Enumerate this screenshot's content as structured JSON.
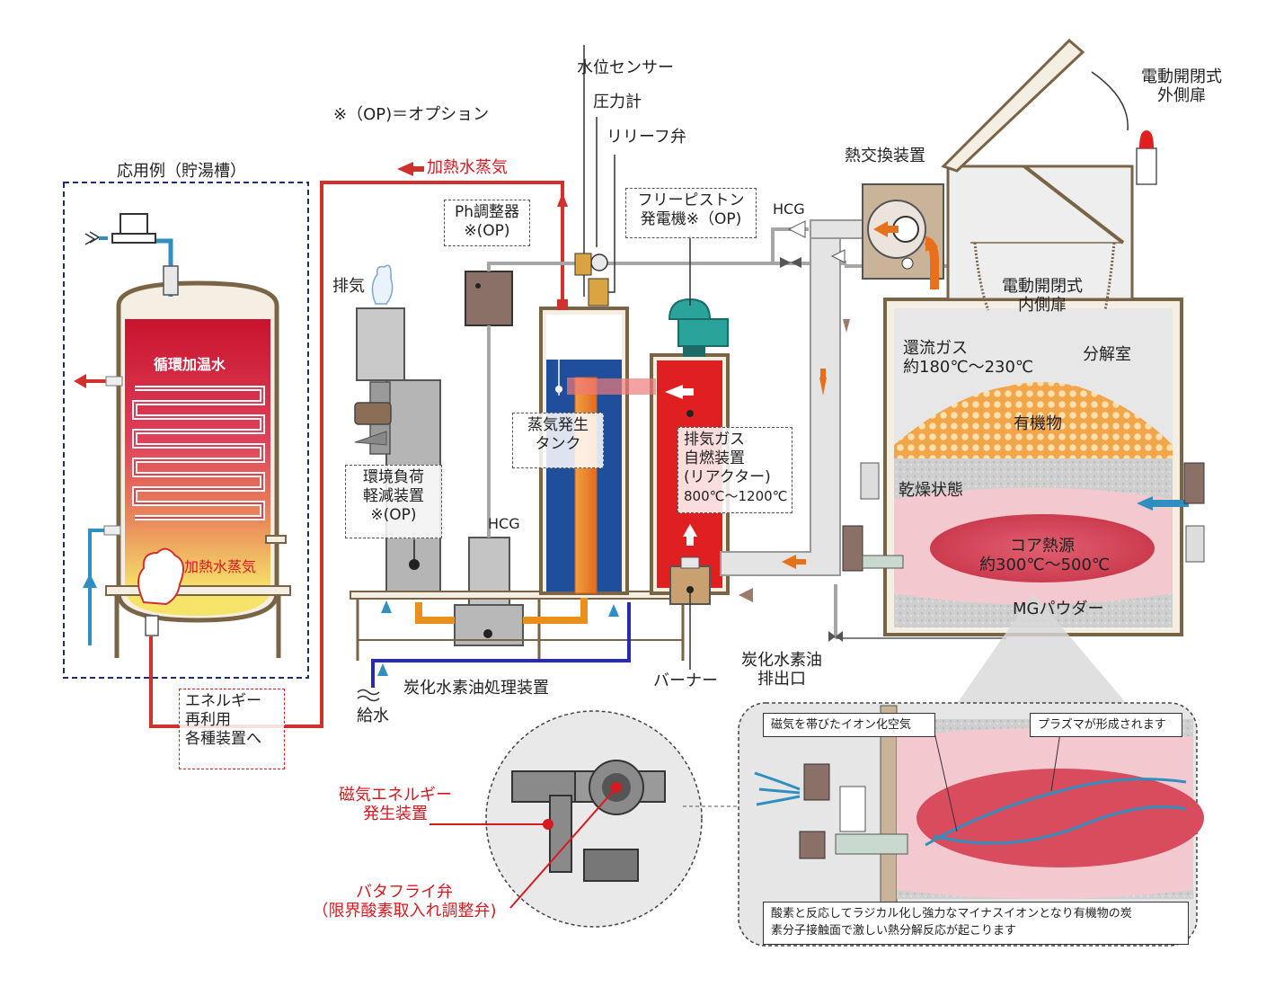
{
  "note": "※（OP)＝オプション",
  "tank": {
    "title": "応用例（貯湯槽）",
    "circulating_water": "循環加温水",
    "heated_steam_inner": "加熱水蒸気"
  },
  "energy_box": {
    "line1": "エネルギー",
    "line2": "再利用",
    "line3": "各種装置へ"
  },
  "heated_steam_top": "加熱水蒸気",
  "exhaust": "排気",
  "ph_adjuster": {
    "line1": "Ph調整器",
    "line2": "※(OP)"
  },
  "env_device": {
    "line1": "環境負荷",
    "line2": "軽減装置",
    "line3": "※(OP)"
  },
  "hcg_left": "HCG",
  "hcg_top": "HCG",
  "water_supply": "給水",
  "oil_processor": "炭化水素油処理装置",
  "water_level_sensor": "水位センサー",
  "pressure_gauge": "圧力計",
  "relief_valve": "リリーフ弁",
  "steam_tank": {
    "line1": "蒸気発生",
    "line2": "タンク"
  },
  "free_piston": {
    "line1": "フリーピストン",
    "line2": "発電機※（OP)"
  },
  "exhaust_gas_reactor": {
    "line1": "排気ガス",
    "line2": "自燃装置",
    "line3": "(リアクター)",
    "line4": "800℃～1200℃"
  },
  "burner": "バーナー",
  "oil_outlet": {
    "line1": "炭化水素油",
    "line2": "排出口"
  },
  "heat_exchanger": "熱交換装置",
  "outer_door": {
    "line1": "電動開閉式",
    "line2": "外側扉"
  },
  "inner_door": {
    "line1": "電動開閉式",
    "line2": "内側扉"
  },
  "return_gas": {
    "line1": "還流ガス",
    "line2": "約180℃～230℃"
  },
  "decomposition_chamber": "分解室",
  "organic_matter": "有機物",
  "dry_state": "乾燥状態",
  "core_heat": {
    "line1": "コア熱源",
    "line2": "約300℃～500℃"
  },
  "mg_powder": "MGパウダー",
  "magnetic_device": {
    "line1": "磁気エネルギー",
    "line2": "発生装置"
  },
  "butterfly_valve": {
    "line1": "バタフライ弁",
    "line2": "（限界酸素取入れ調整弁)"
  },
  "ionized_air": "磁気を帯びたイオン化空気",
  "plasma": "プラズマが形成されます",
  "reaction_text": {
    "line1": "酸素と反応してラジカル化し強力なマイナスイオンとなり有機物の炭",
    "line2": "素分子接触面で激しい熱分解反応が起こります"
  },
  "colors": {
    "pipe_red": "#d0312d",
    "pipe_gray": "#a6a6a6",
    "tank_brown": "#8b7355",
    "water_blue": "#1f4e9c",
    "reactor_red": "#e02020",
    "orange_flow": "#e8701a",
    "callout_red": "#d71920"
  }
}
